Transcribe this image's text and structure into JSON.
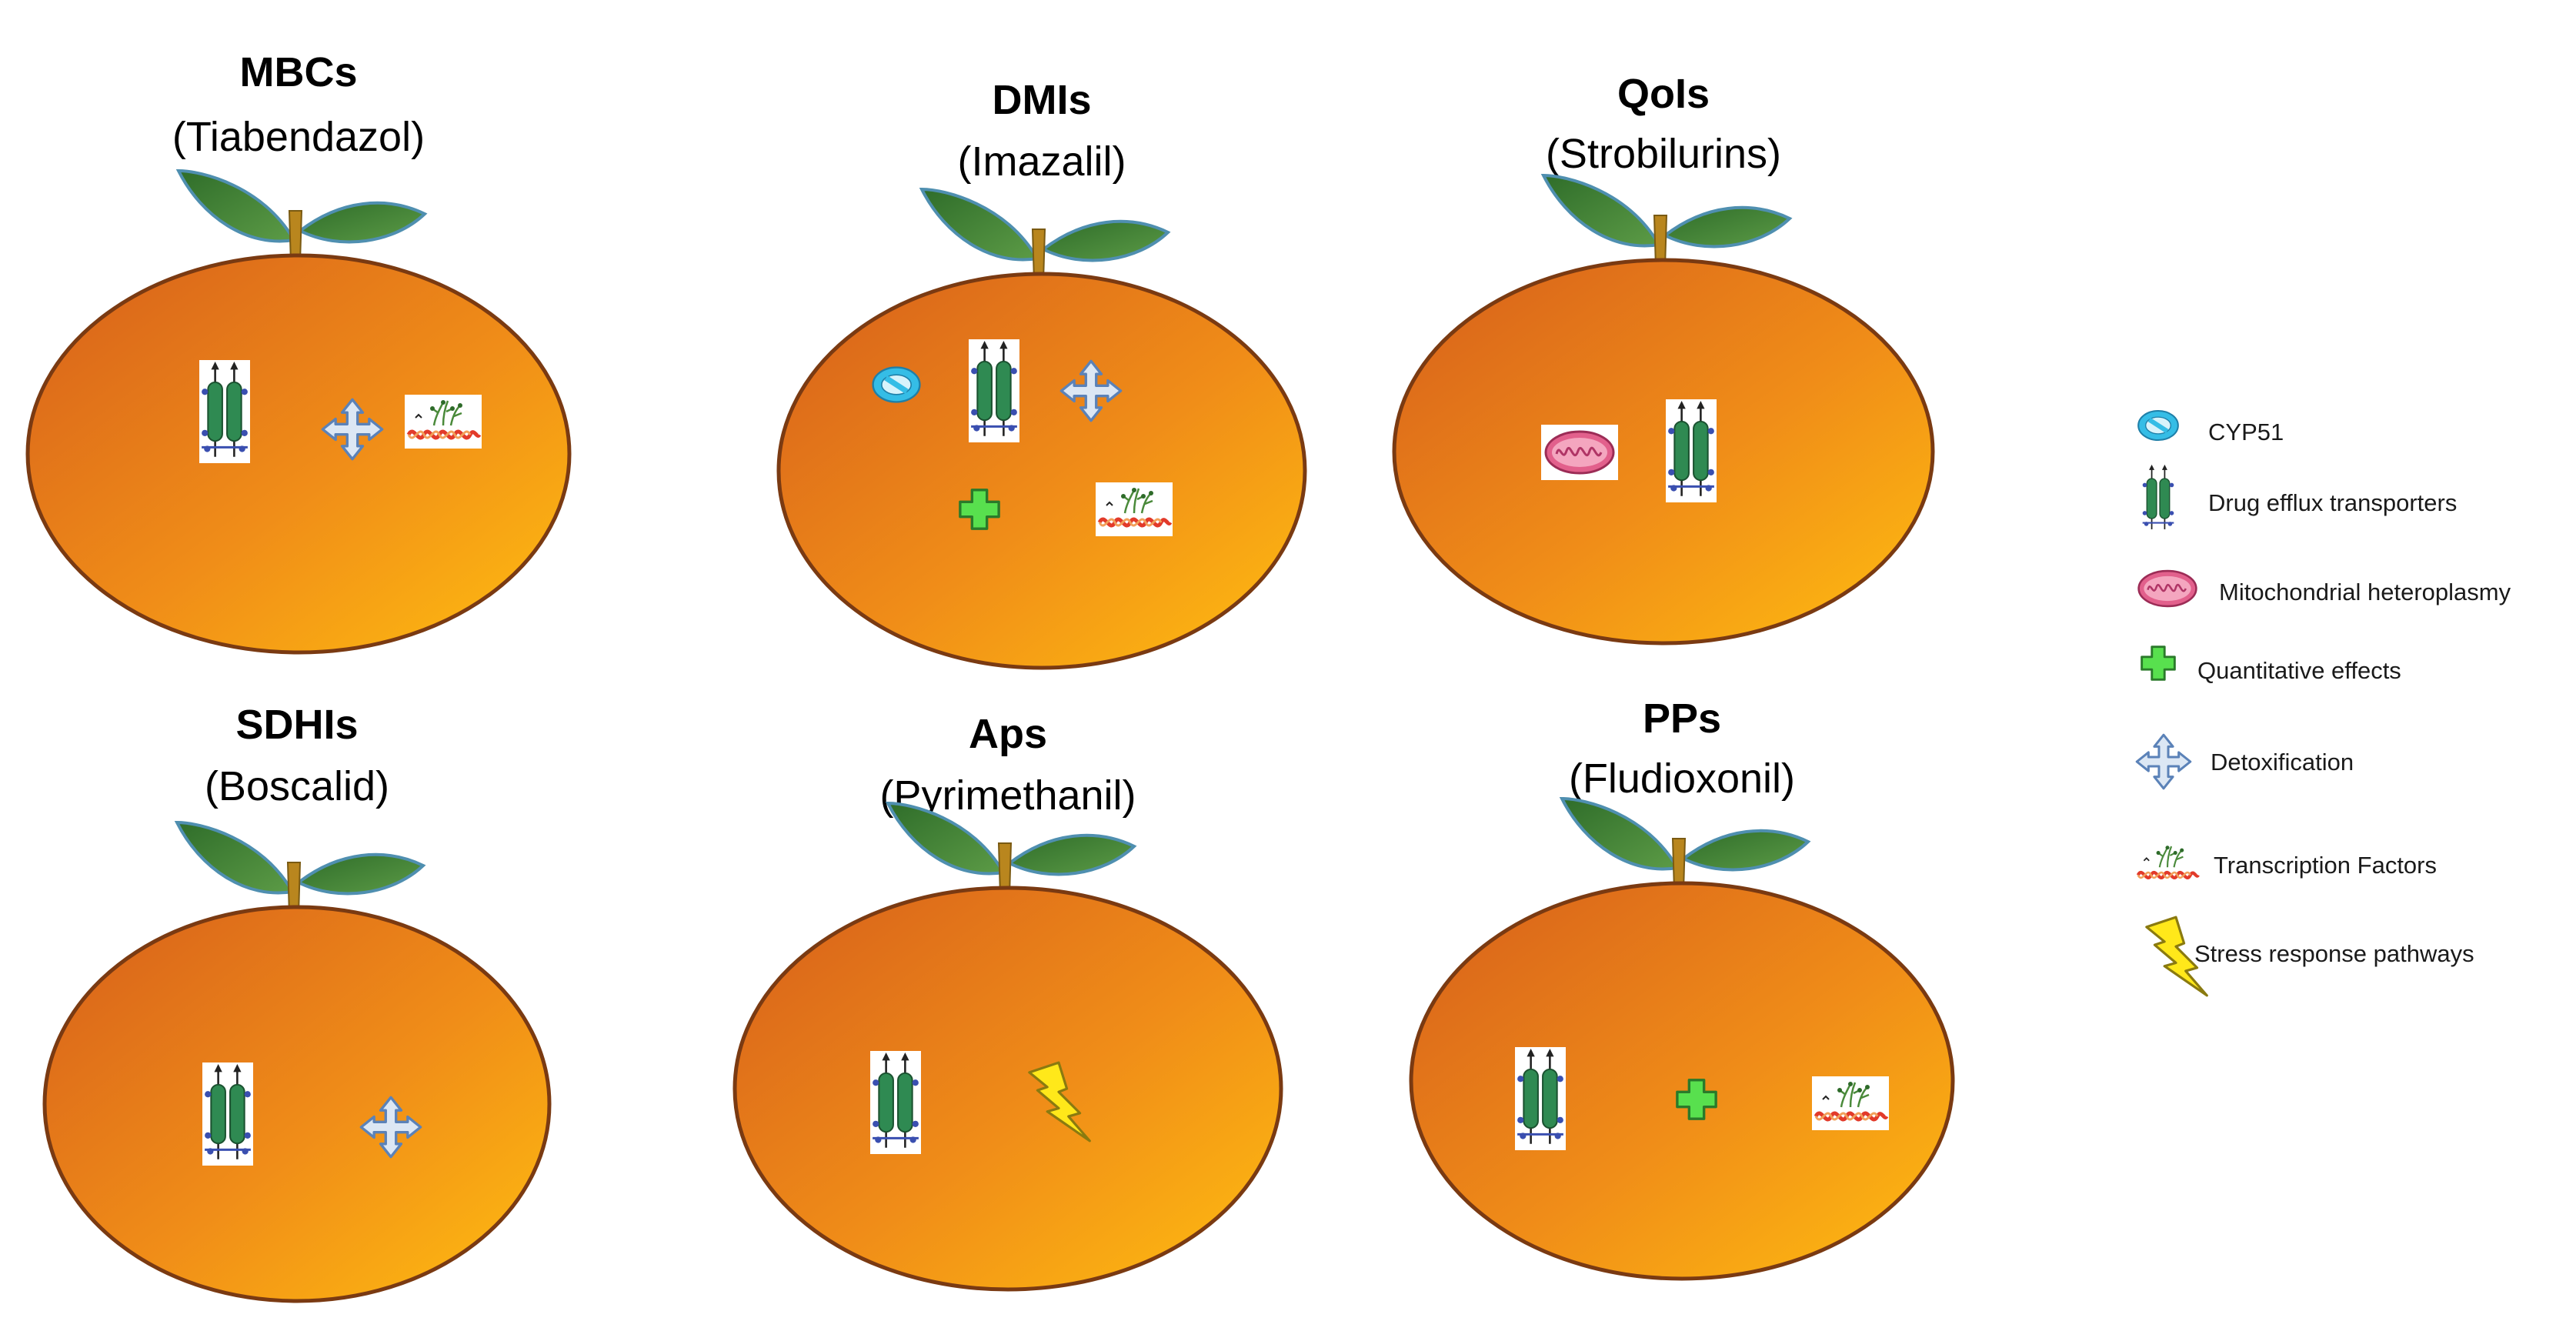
{
  "panels": [
    {
      "title": "MBCs",
      "subtitle": "(Tiabendazol)",
      "icons": [
        "transporter-icon",
        "detoxification-icon",
        "transcription-factor-icon"
      ]
    },
    {
      "title": "DMIs",
      "subtitle": "(Imazalil)",
      "icons": [
        "cyp51-icon",
        "transporter-icon",
        "detoxification-icon",
        "quantitative-effects-icon",
        "transcription-factor-icon"
      ]
    },
    {
      "title": "QoIs",
      "subtitle": "(Strobilurins)",
      "icons": [
        "mitochondria-icon",
        "transporter-icon"
      ]
    },
    {
      "title": "SDHIs",
      "subtitle": "(Boscalid)",
      "icons": [
        "transporter-icon",
        "detoxification-icon"
      ]
    },
    {
      "title": "Aps",
      "subtitle": "(Pyrimethanil)",
      "icons": [
        "transporter-icon",
        "stress-response-icon"
      ]
    },
    {
      "title": "PPs",
      "subtitle": "(Fludioxonil)",
      "icons": [
        "transporter-icon",
        "quantitative-effects-icon",
        "transcription-factor-icon"
      ]
    }
  ],
  "legend": [
    {
      "icon": "cyp51-icon",
      "label": "CYP51"
    },
    {
      "icon": "transporter-icon",
      "label": "Drug efflux transporters"
    },
    {
      "icon": "mitochondria-icon",
      "label": "Mitochondrial heteroplasmy"
    },
    {
      "icon": "quantitative-effects-icon",
      "label": "Quantitative effects"
    },
    {
      "icon": "detoxification-icon",
      "label": "Detoxification"
    },
    {
      "icon": "transcription-factor-icon",
      "label": "Transcription Factors"
    },
    {
      "icon": "stress-response-icon",
      "label": "Stress response pathways"
    }
  ],
  "colors": {
    "orange_light": "#ffb514",
    "orange_dark": "#d9621a",
    "orange_outline": "#7a3a12",
    "leaf": "#3f7f34",
    "leaf_outline": "#4f8fb0",
    "stem": "#b9861e",
    "cyp51": "#35bde6",
    "transporter": "#2f8a52",
    "quantitative": "#58e04e",
    "detox": "#dce7f4",
    "detox_outline": "#5b82b8",
    "mito": "#e2608c",
    "stress": "#ffe81a"
  }
}
